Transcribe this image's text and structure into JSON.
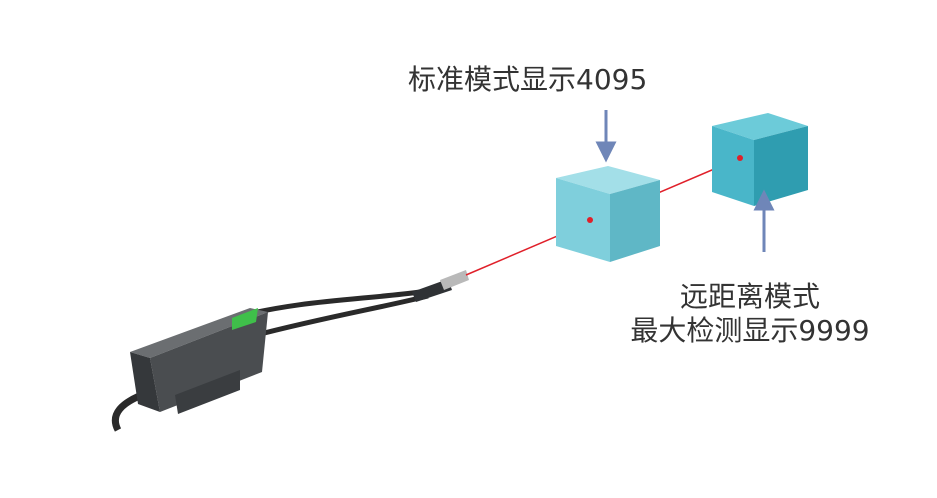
{
  "labels": {
    "standard_mode": "标准模式显示4095",
    "long_range_line1": "远距离模式",
    "long_range_line2": "最大检测显示9999"
  },
  "colors": {
    "laser": "#e0202a",
    "arrow": "#6f86b8",
    "cube_near_front": "#7fcfdc",
    "cube_near_top": "#a3dfe8",
    "cube_near_side": "#5fb7c6",
    "cube_far_front": "#49b6c9",
    "cube_far_top": "#6ccbd9",
    "cube_far_side": "#2f9db0",
    "sensor_body": "#4a4d50",
    "cable": "#2a2a2a",
    "status_led": "#3fbf4a"
  }
}
